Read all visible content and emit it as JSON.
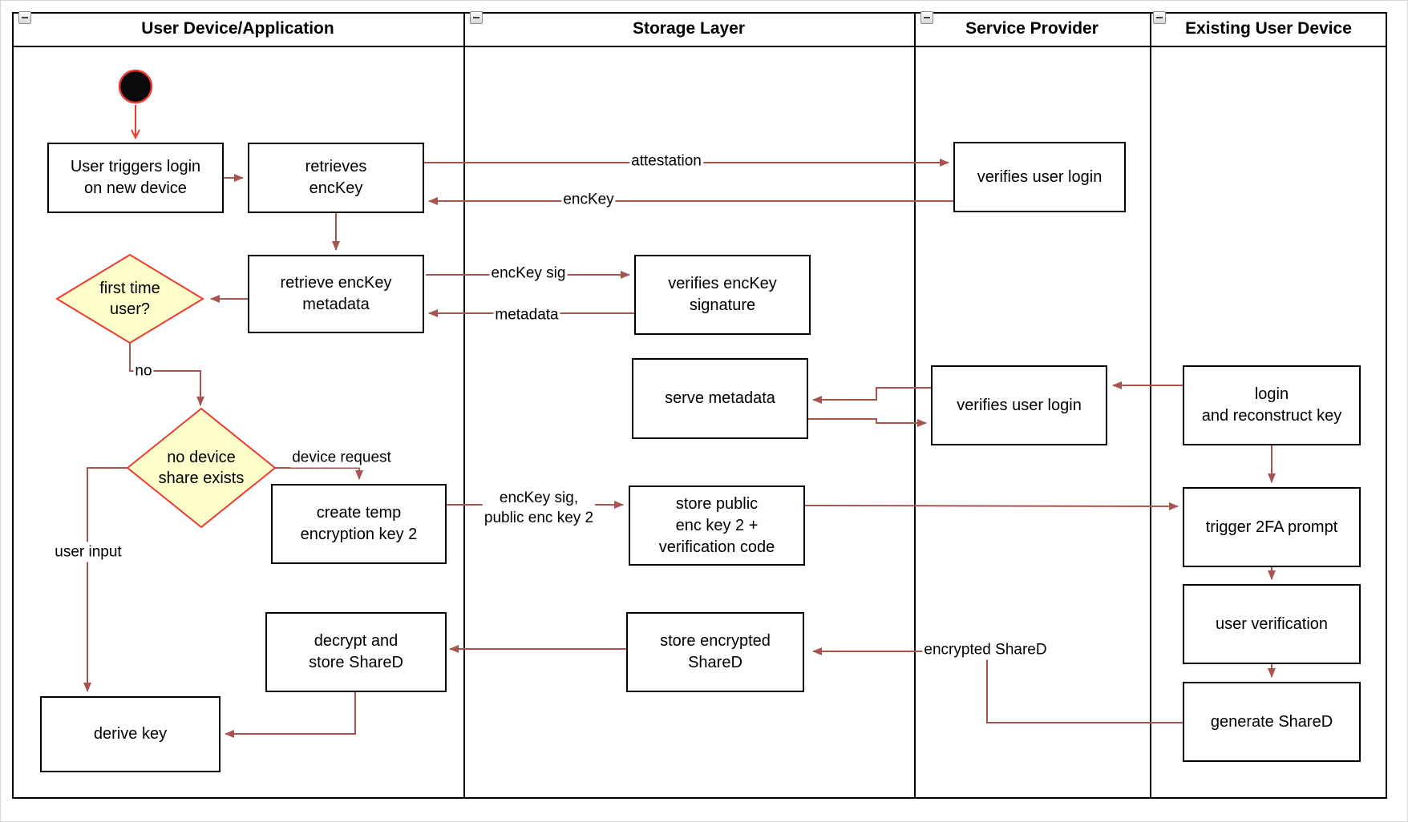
{
  "diagram_type": "uml-activity-swimlane",
  "lanes": [
    {
      "label": "User Device/Application"
    },
    {
      "label": "Storage Layer"
    },
    {
      "label": "Service Provider"
    },
    {
      "label": "Existing User Device"
    }
  ],
  "nodes": {
    "user_triggers": {
      "label": "User triggers login\non new device"
    },
    "retrieves_enckey": {
      "label": "retrieves\nencKey"
    },
    "retrieve_metadata": {
      "label": "retrieve encKey\nmetadata"
    },
    "verifies_enckey_signature": {
      "label": "verifies encKey\nsignature"
    },
    "verifies_user_login_top": {
      "label": "verifies user login"
    },
    "serve_metadata": {
      "label": "serve metadata"
    },
    "verifies_user_login_mid": {
      "label": "verifies user login"
    },
    "login_reconstruct": {
      "label": "login\nand reconstruct key"
    },
    "create_temp_key": {
      "label": "create temp\nencryption key 2"
    },
    "store_public_key": {
      "label": "store public\nenc key 2 +\nverification code"
    },
    "trigger_2fa": {
      "label": "trigger 2FA prompt"
    },
    "user_verification": {
      "label": "user verification"
    },
    "generate_shared": {
      "label": "generate ShareD"
    },
    "store_encrypted_shared": {
      "label": "store encrypted\nShareD"
    },
    "decrypt_store_shared": {
      "label": "decrypt and\nstore ShareD"
    },
    "derive_key": {
      "label": "derive key"
    }
  },
  "decisions": {
    "first_time_user": {
      "label": "first time\nuser?"
    },
    "no_device_share": {
      "label": "no device\nshare exists"
    }
  },
  "edge_labels": {
    "attestation": "attestation",
    "enckey": "encKey",
    "enckey_sig": "encKey sig",
    "metadata": "metadata",
    "no": "no",
    "device_request": "device request",
    "user_input": "user input",
    "enckey_sig_public": "encKey sig,\npublic enc key 2",
    "encrypted_shared": "encrypted ShareD"
  },
  "colors": {
    "edge": "#A85450",
    "accent_red": "#EE3B2F",
    "decision_fill": "#FFFFCC",
    "node_border": "#000000",
    "lane_border": "#000000",
    "background": "#FFFFFF"
  }
}
